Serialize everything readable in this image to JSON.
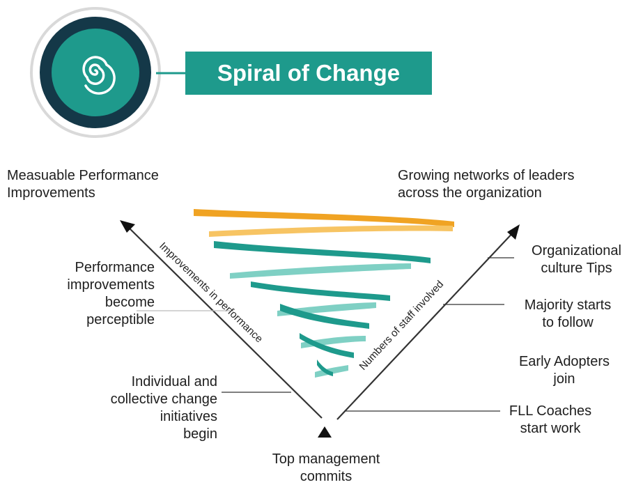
{
  "header": {
    "title": "Spiral of Change"
  },
  "icon": {
    "name": "spiral-icon"
  },
  "colors": {
    "teal": "#1e9a8c",
    "light_teal": "#7fd0c4",
    "orange": "#f0a323",
    "light_orange": "#f7c463",
    "navy": "#143848"
  },
  "axes": {
    "left": "Improvements in performance",
    "right": "Numbers of staff involved"
  },
  "labels": {
    "left_top": [
      "Measuable Performance",
      "Improvements"
    ],
    "right_top": [
      "Growing networks of leaders",
      "across the organization"
    ],
    "left_perceptible": [
      "Performance",
      "improvements",
      "become",
      "perceptible"
    ],
    "left_individual": [
      "Individual and",
      "collective change",
      "initiatives",
      "begin"
    ],
    "right_culture": [
      "Organizational",
      "culture Tips"
    ],
    "right_majority": [
      "Majority starts",
      "to follow"
    ],
    "right_early": [
      "Early Adopters",
      "join"
    ],
    "right_fll": [
      "FLL Coaches",
      "start work"
    ],
    "bottom": [
      "Top management",
      "commits"
    ]
  }
}
